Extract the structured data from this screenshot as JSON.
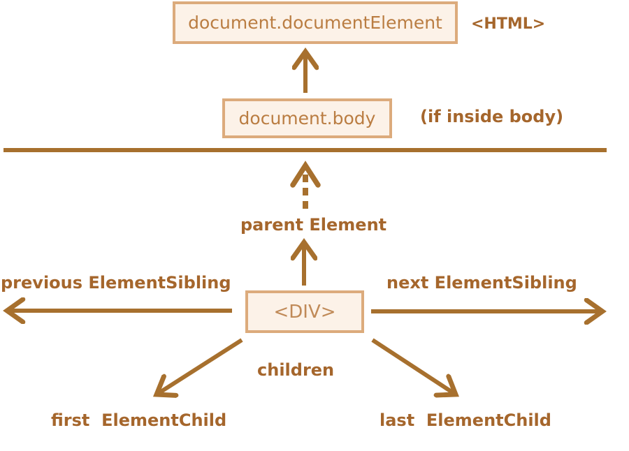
{
  "colors": {
    "background": "#ffffff",
    "arrow": "#a7702e",
    "label_text": "#a5662c",
    "box_text": "#ba7d42",
    "div_text": "#c08a58",
    "box_border": "#dcab7c",
    "box_fill": "#fcf2e8"
  },
  "nodes": {
    "document_element": "document.documentElement",
    "document_body": "document.body",
    "div": "<DIV>"
  },
  "labels": {
    "html_tag": "<HTML>",
    "if_inside_body": "(if inside body)",
    "parent_element": "parent Element",
    "previous_element_sibling": "previous ElementSibling",
    "next_element_sibling": "next ElementSibling",
    "children": "children",
    "first_element_child": "first  ElementChild",
    "last_element_child": "last  ElementChild"
  }
}
